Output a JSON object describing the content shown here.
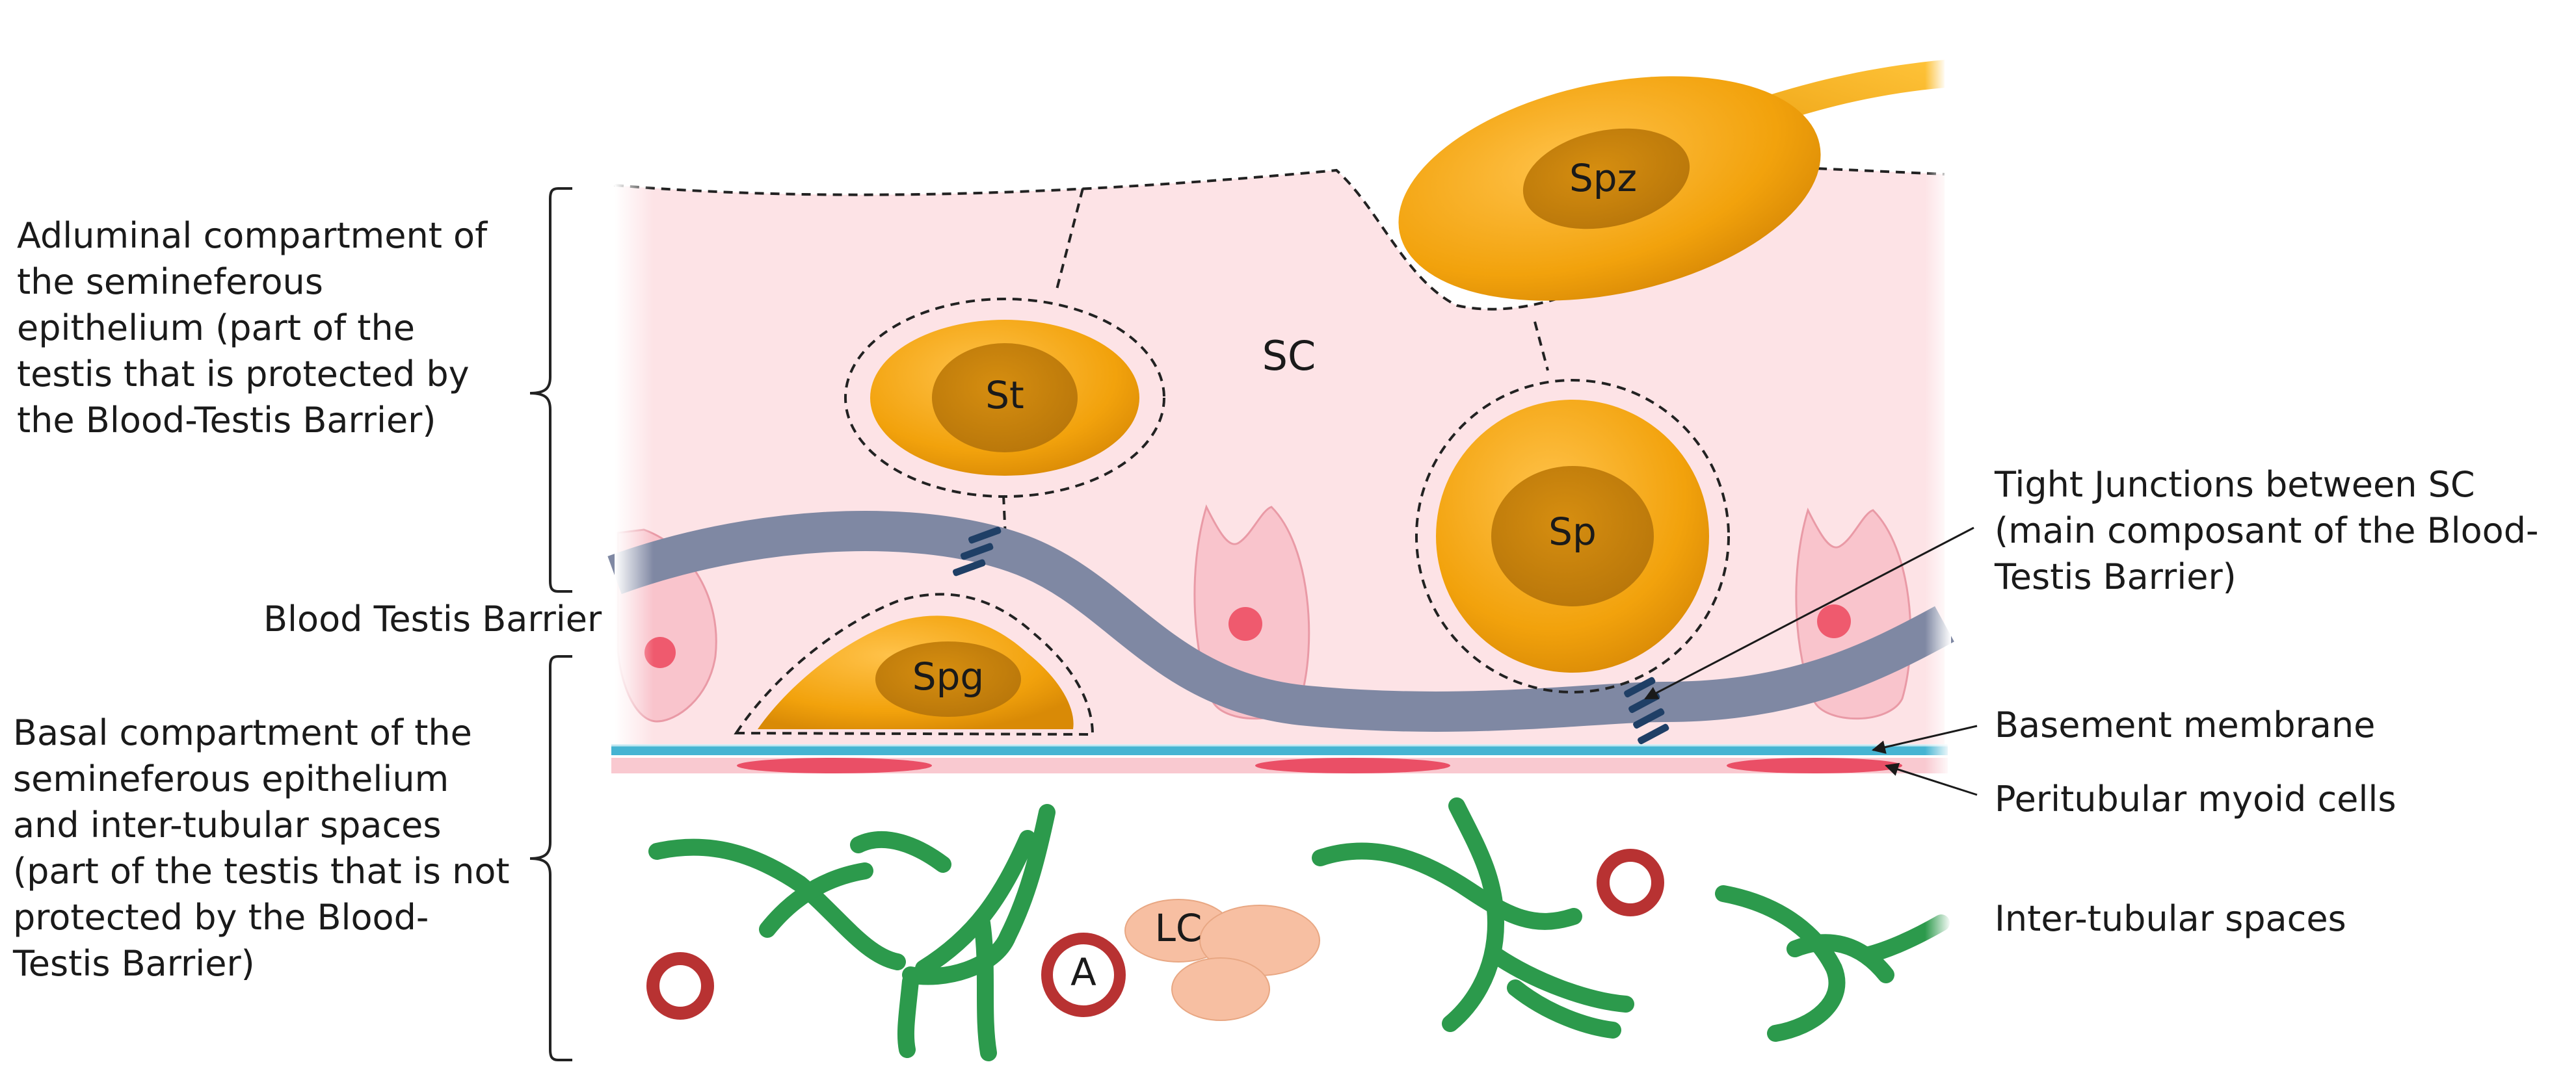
{
  "labels": {
    "adluminal": "Adluminal compartment of\nthe semineferous\nepithelium (part of the\ntestis that is protected by\nthe Blood-Testis Barrier)",
    "btb": "Blood Testis Barrier",
    "basal": "Basal compartment of the\nsemineferous epithelium\nand inter-tubular spaces\n(part of the testis that is not\nprotected by the Blood-\nTestis Barrier)",
    "tight_junctions": "Tight Junctions between SC\n(main composant of the Blood-\nTestis Barrier)",
    "basement_membrane": "Basement membrane",
    "peritubular": "Peritubular myoid cells",
    "intertubular": "Inter-tubular spaces"
  },
  "cells": {
    "spz": "Spz",
    "st": "St",
    "sc": "SC",
    "sp": "Sp",
    "spg": "Spg",
    "lc": "LC",
    "a": "A"
  },
  "colors": {
    "epithelium": "#fde3e6",
    "cell_outer": "#f2a20c",
    "cell_nucleus": "#c98008",
    "barrier": "#7f88a3",
    "junction": "#1f3f66",
    "membrane": "#46b4d2",
    "myoid": "#ea4f66",
    "vessel": "#2c9a4c",
    "blood_cell": "#b83232",
    "leydig": "#f7bfa2"
  }
}
